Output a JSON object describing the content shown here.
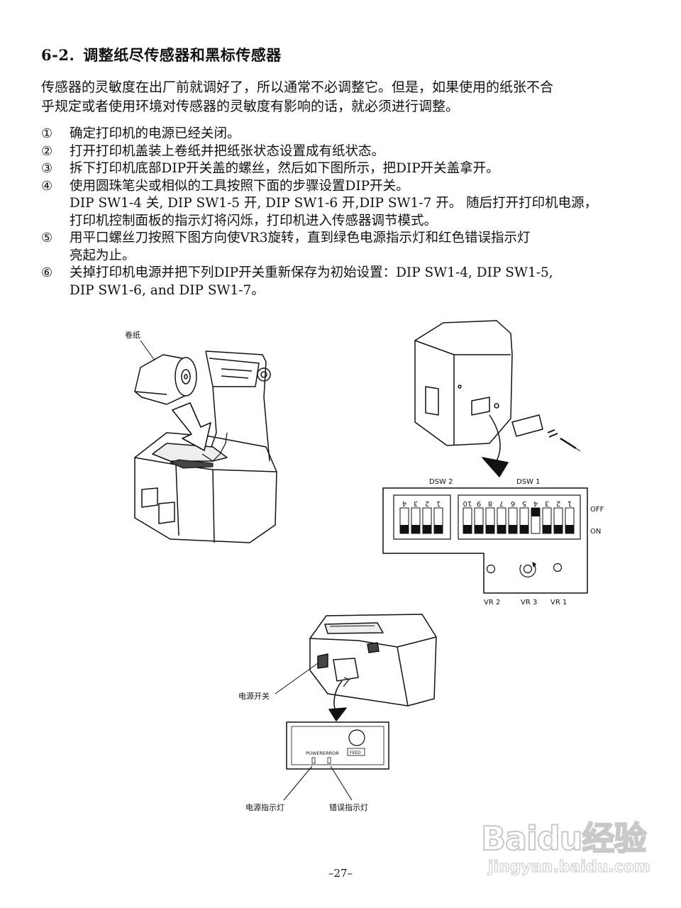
{
  "heading": {
    "number": "6-2.",
    "title": "调整纸尽传感器和黑标传感器"
  },
  "intro": [
    "传感器的灵敏度在出厂前就调好了，所以通常不必调整它。但是，如果使用的纸张不合",
    "乎规定或者使用环境对传感器的灵敏度有影响的话，就必须进行调整。"
  ],
  "steps": [
    {
      "marker": "①",
      "lines": [
        "确定打印机的电源已经关闭。"
      ]
    },
    {
      "marker": "②",
      "lines": [
        "打开打印机盖装上卷纸并把纸张状态设置成有纸状态。"
      ]
    },
    {
      "marker": "③",
      "lines": [
        "拆下打印机底部DIP开关盖的螺丝，然后如下图所示，把DIP开关盖拿开。"
      ]
    },
    {
      "marker": "④",
      "lines": [
        "使用圆珠笔尖或相似的工具按照下面的步骤设置DIP开关。",
        "DIP SW1-4 关, DIP SW1-5 开, DIP SW1-6 开,DIP SW1-7 开。 随后打开打印机电源，",
        "打印机控制面板的指示灯将闪烁，打印机进入传感器调节模式。"
      ]
    },
    {
      "marker": "⑤",
      "lines": [
        "用平口螺丝刀按照下图方向使VR3旋转，直到绿色电源指示灯和红色错误指示灯",
        "亮起为止。"
      ]
    },
    {
      "marker": "⑥",
      "lines": [
        "关掉打印机电源并把下列DIP开关重新保存为初始设置：DIP SW1-4, DIP SW1-5,",
        "DIP SW1-6, and DIP SW1-7。"
      ]
    }
  ],
  "figure_labels": {
    "roll_paper": "卷纸",
    "dsw2": "DSW 2",
    "dsw1": "DSW 1",
    "off": "OFF",
    "on": "ON",
    "vr2": "VR 2",
    "vr3": "VR 3",
    "vr1": "VR 1",
    "power_switch": "电源开关",
    "power_indicator": "电源指示灯",
    "error_indicator": "错误指示灯",
    "panel_power": "POWER",
    "panel_error": "ERROR",
    "panel_feed": "FEED"
  },
  "dsw2_numbers": [
    "4",
    "3",
    "2",
    "1"
  ],
  "dsw1_numbers": [
    "10",
    "9",
    "8",
    "7",
    "6",
    "5",
    "4",
    "3",
    "2",
    "1"
  ],
  "page_number": "–27–",
  "watermark": {
    "brand": "Baidu经验",
    "url": "jingyan.baidu.com"
  }
}
